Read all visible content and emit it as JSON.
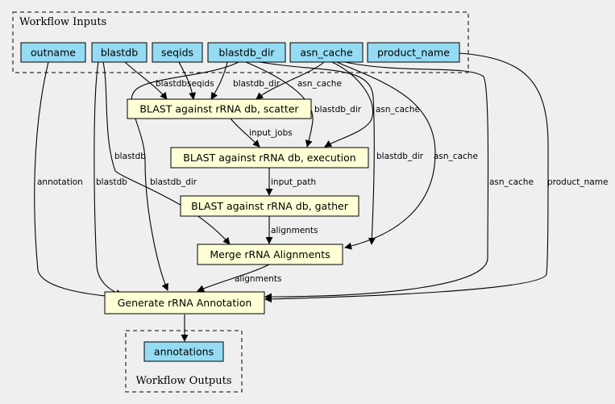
{
  "clusters": {
    "inputs_label": "Workflow Inputs",
    "outputs_label": "Workflow Outputs"
  },
  "colors": {
    "background": "#efefef",
    "io_node_fill": "#94dbf3",
    "step_node_fill": "#ffffd6",
    "stroke": "#000000"
  },
  "nodes": {
    "outname": "outname",
    "blastdb": "blastdb",
    "seqids": "seqids",
    "blastdb_dir": "blastdb_dir",
    "asn_cache": "asn_cache",
    "product_name": "product_name",
    "scatter": "BLAST against rRNA db, scatter",
    "execution": "BLAST against rRNA db, execution",
    "gather": "BLAST against rRNA db, gather",
    "merge": "Merge rRNA Alignments",
    "generate": "Generate rRNA Annotation",
    "annotations": "annotations"
  },
  "edge_labels": {
    "blastdb_scatter": "blastdb",
    "seqids_scatter": "seqids",
    "blastdb_dir_scatter": "blastdb_dir",
    "asn_cache_scatter": "asn_cache",
    "blastdb_dir_execution": "blastdb_dir",
    "asn_cache_execution": "asn_cache",
    "scatter_execution": "input_jobs",
    "execution_gather": "input_path",
    "gather_merge": "alignments",
    "blastdb_merge": "blastdb",
    "blastdb_dir_merge": "blastdb_dir",
    "asn_cache_merge": "asn_cache",
    "merge_generate": "alignments",
    "outname_generate": "annotation",
    "blastdb_generate": "blastdb",
    "blastdb_dir_generate": "blastdb_dir",
    "asn_cache_generate": "asn_cache",
    "product_name_generate": "product_name"
  }
}
